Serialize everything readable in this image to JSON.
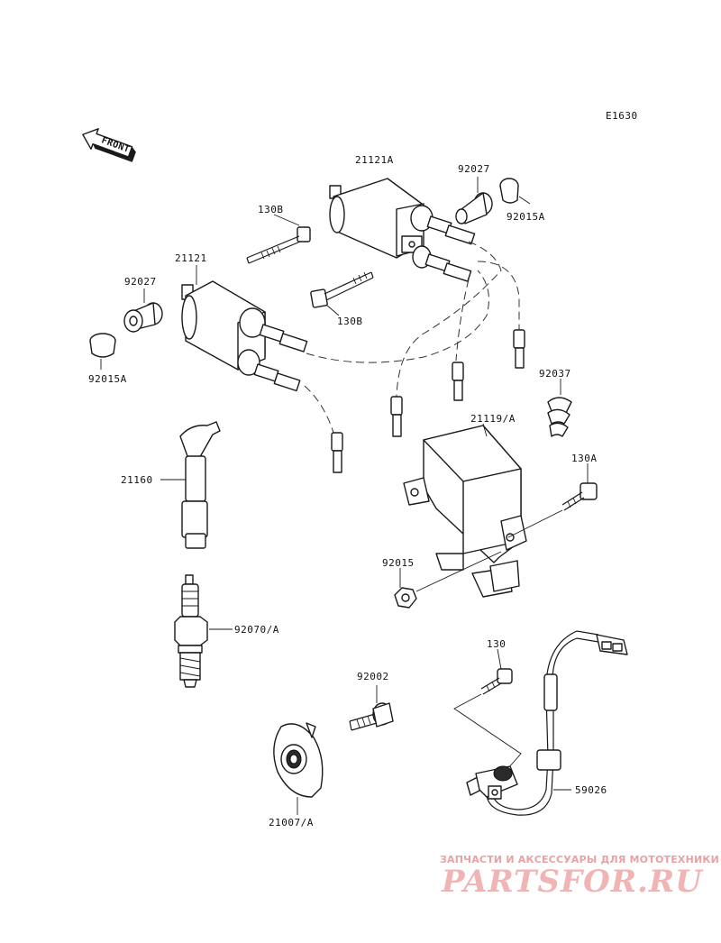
{
  "diagram_ref": "E1630",
  "front_label": "FRONT",
  "labels": {
    "p21121A": "21121A",
    "p92027_top": "92027",
    "p92015A_top": "92015A",
    "p130B_top": "130B",
    "p21121": "21121",
    "p92027_left": "92027",
    "p130B_mid": "130B",
    "p92015A_left": "92015A",
    "p92037": "92037",
    "p21119A": "21119/A",
    "p130A": "130A",
    "p21160": "21160",
    "p92015": "92015",
    "p92070A": "92070/A",
    "p130": "130",
    "p92002": "92002",
    "p59026": "59026",
    "p21007A": "21007/A"
  },
  "watermark": {
    "tagline": "ЗАПЧАСТИ И АКСЕССУАРЫ ДЛЯ МОТОТЕХНИКИ",
    "logo": "PARTSFOR.RU"
  }
}
